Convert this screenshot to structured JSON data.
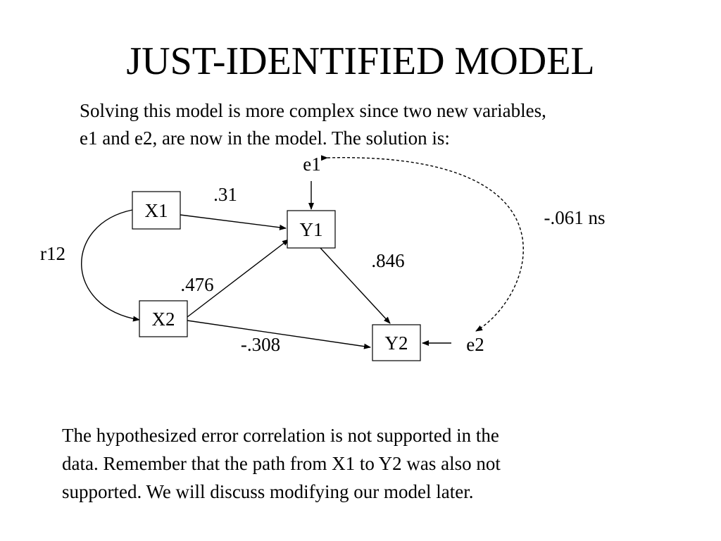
{
  "slide": {
    "title": "JUST-IDENTIFIED MODEL",
    "intro_lines": [
      "Solving this model is more complex since two new variables,",
      "e1 and e2, are now in the model. The solution is:"
    ],
    "footer_lines": [
      "The hypothesized error correlation is not supported in the",
      "data. Remember that the path from X1 to Y2 was also not",
      "supported. We will discuss modifying our model later."
    ]
  },
  "diagram": {
    "nodes": {
      "x1": "X1",
      "x2": "X2",
      "y1": "Y1",
      "y2": "Y2",
      "e1": "e1",
      "e2": "e2"
    },
    "paths": {
      "r12": "r12",
      "x1_y1": ".31",
      "x2_y1": ".476",
      "x2_y2": "-.308",
      "y1_y2": ".846",
      "e1_e2": "-.061 ns"
    }
  }
}
